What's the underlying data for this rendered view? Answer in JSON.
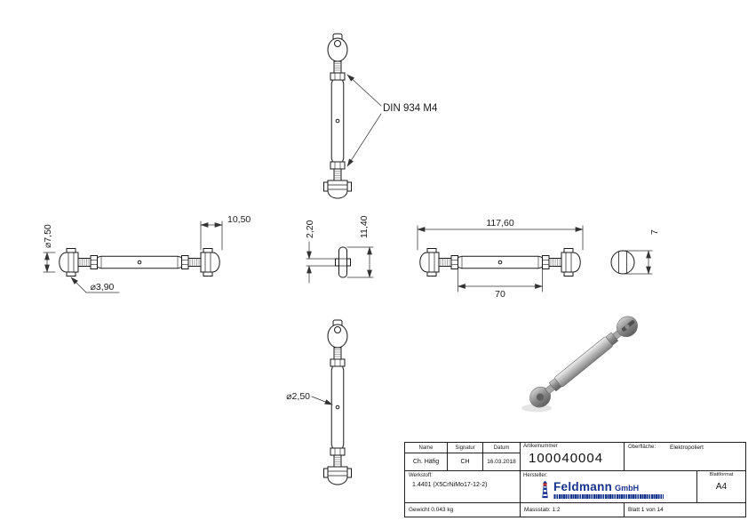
{
  "drawing": {
    "din_annotation": "DIN 934 M4",
    "dim_fork_od": "⌀7,50",
    "dim_stud_len": "10,50",
    "dim_pin_dia": "⌀3,90",
    "dim_prong": "2,20",
    "dim_fork_width": "11,40",
    "dim_total_len": "117,60",
    "dim_body_len": "70",
    "dim_end_width": "7",
    "dim_hole_dia": "⌀2,50"
  },
  "titleblock": {
    "name_label": "Name",
    "signatur_label": "Signatur",
    "datum_label": "Datum",
    "name_value": "Ch. Häfig",
    "signatur_value": "CH",
    "datum_value": "16.03.2018",
    "artikelnummer_label": "Artikelnummer",
    "artikelnummer_value": "100040004",
    "oberflaeche_label": "Oberfläche:",
    "oberflaeche_value": "Elektropoliert",
    "werkstoff_label": "Werkstoff:",
    "werkstoff_value": "1.4401 (X5CrNiMo17-12-2)",
    "hersteller_label": "Hersteller:",
    "blattformat_label": "Blattformat",
    "blattformat_value": "A4",
    "gewicht_value": "Gewicht 0.043 kg",
    "massstab_value": "Massstab: 1:2",
    "blatt_value": "Blatt 1 von 14",
    "logo": {
      "brand": "Feldmann",
      "suffix": "GmbH",
      "icon": "lighthouse-icon",
      "brand_color": "#16338e",
      "accent_red": "#c4312e"
    }
  },
  "colors": {
    "line": "#1a1a1a",
    "dim_line": "#333333",
    "metal_light": "#f0f0f0",
    "metal_dark": "#606060"
  }
}
